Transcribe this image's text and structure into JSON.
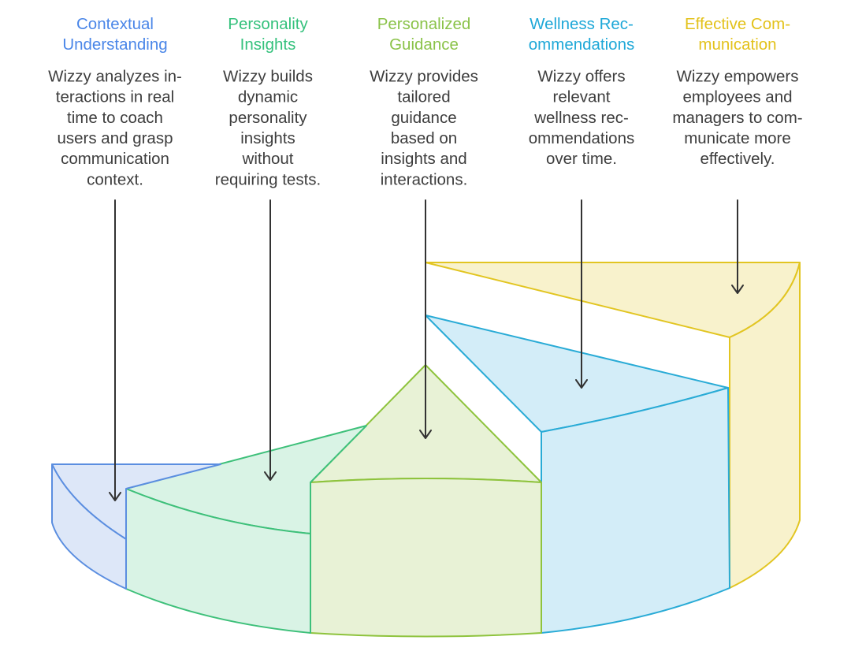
{
  "steps": [
    {
      "id": "contextual",
      "title": [
        "Contextual",
        "Understanding"
      ],
      "description": [
        "Wizzy analyzes in-",
        "teractions in real",
        "time to coach",
        "users and grasp",
        "communication",
        "context."
      ],
      "stroke": "#5b8ee0",
      "fill": "#dde7f8",
      "title_color": "#4a86e8"
    },
    {
      "id": "personality",
      "title": [
        "Personality",
        "Insights"
      ],
      "description": [
        "Wizzy builds",
        "dynamic",
        "personality",
        "insights",
        "without",
        "requiring tests."
      ],
      "stroke": "#3ec07a",
      "fill": "#d9f3e5",
      "title_color": "#34c17c"
    },
    {
      "id": "guidance",
      "title": [
        "Personalized",
        "Guidance"
      ],
      "description": [
        "Wizzy provides",
        "tailored",
        "guidance",
        "based on",
        "insights and",
        "interactions."
      ],
      "stroke": "#8ec33d",
      "fill": "#e8f2d6",
      "title_color": "#8bc34a"
    },
    {
      "id": "wellness",
      "title": [
        "Wellness Rec-",
        "ommendations"
      ],
      "description": [
        "Wizzy offers",
        "relevant",
        "wellness rec-",
        "ommendations",
        "over time."
      ],
      "stroke": "#29abd6",
      "fill": "#d3edf8",
      "title_color": "#1fa8d8"
    },
    {
      "id": "communication",
      "title": [
        "Effective Com-",
        "munication"
      ],
      "description": [
        "Wizzy empowers",
        "employees and",
        "managers to com-",
        "municate more",
        "effectively."
      ],
      "stroke": "#e2c521",
      "fill": "#f8f2cc",
      "title_color": "#e3c21b"
    }
  ]
}
